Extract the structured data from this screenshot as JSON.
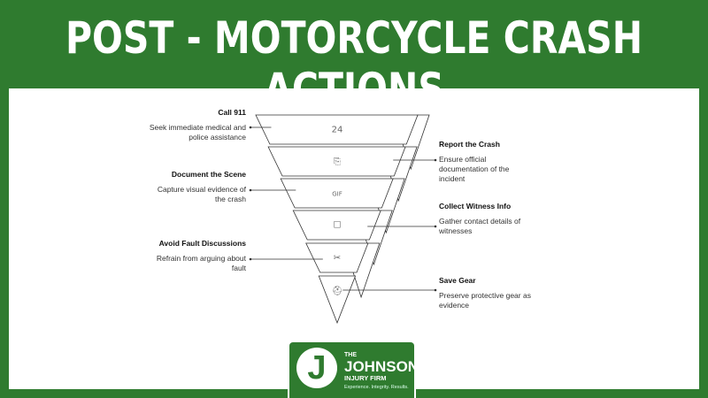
{
  "title": "POST - MOTORCYCLE CRASH ACTIONS",
  "steps": [
    {
      "title": "Call 911",
      "desc": "Seek immediate medical and police assistance",
      "side": "left",
      "icon": "24-hour-phone-icon",
      "glyph": "24"
    },
    {
      "title": "Report the Crash",
      "desc": "Ensure official documentation of the incident",
      "side": "right",
      "icon": "report-document-icon",
      "glyph": "⎘"
    },
    {
      "title": "Document the Scene",
      "desc": "Capture visual evidence of the crash",
      "side": "left",
      "icon": "gif-camera-icon",
      "glyph": "GIF"
    },
    {
      "title": "Collect Witness Info",
      "desc": "Gather contact details of witnesses",
      "side": "right",
      "icon": "contact-card-icon",
      "glyph": "☐"
    },
    {
      "title": "Avoid Fault Discussions",
      "desc": "Refrain from arguing about fault",
      "side": "left",
      "icon": "scissors-icon",
      "glyph": "✂"
    },
    {
      "title": "Save Gear",
      "desc": "Preserve protective gear as evidence",
      "side": "right",
      "icon": "helmet-icon",
      "glyph": "⛑"
    }
  ],
  "logo": {
    "the": "THE",
    "name": "JOHNSON",
    "sub": "INJURY FIRM",
    "tagline": "Experience. Integrity. Results.",
    "initial": "J"
  },
  "colors": {
    "brand_green": "#2f7b2f",
    "line": "#333333"
  }
}
